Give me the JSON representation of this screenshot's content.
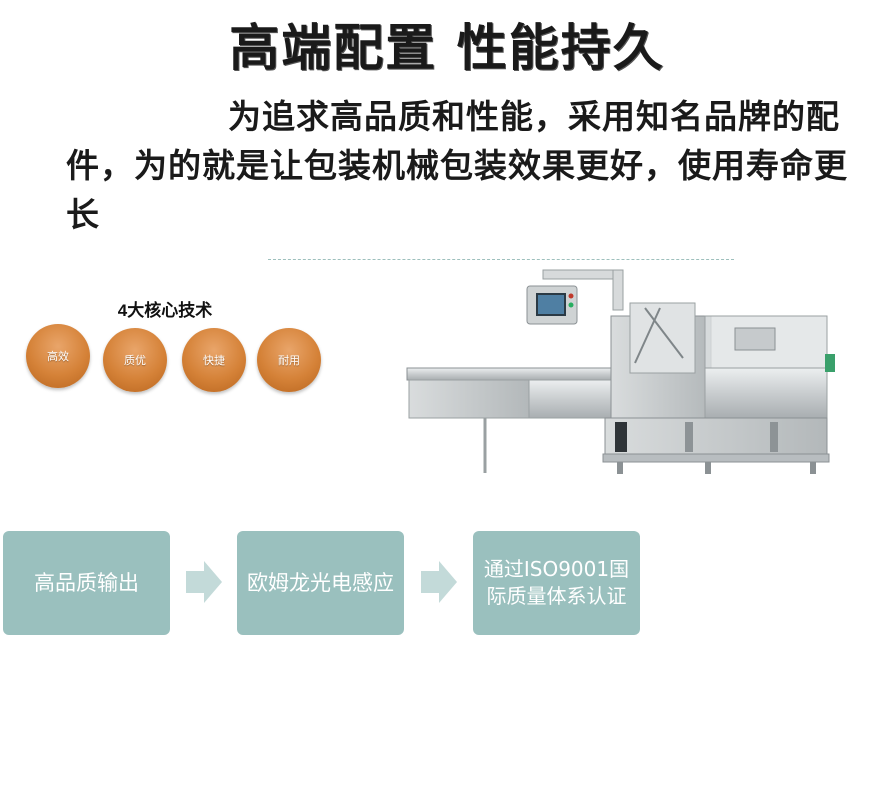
{
  "title": "高端配置 性能持久",
  "intro": "为追求高品质和性能，采用知名品牌的配件，为的就是让包装机械包装效果更好，使用寿命更长",
  "tech": {
    "title": "4大核心技术",
    "items": [
      "高效",
      "质优",
      "快捷",
      "耐用"
    ]
  },
  "features": [
    "高品质输出",
    "欧姆龙光电感应",
    "通过ISO9001国际质量体系认证"
  ],
  "colors": {
    "circle": "#d58238",
    "feature_box": "#9ac0be",
    "arrow": "#c3dad9"
  }
}
